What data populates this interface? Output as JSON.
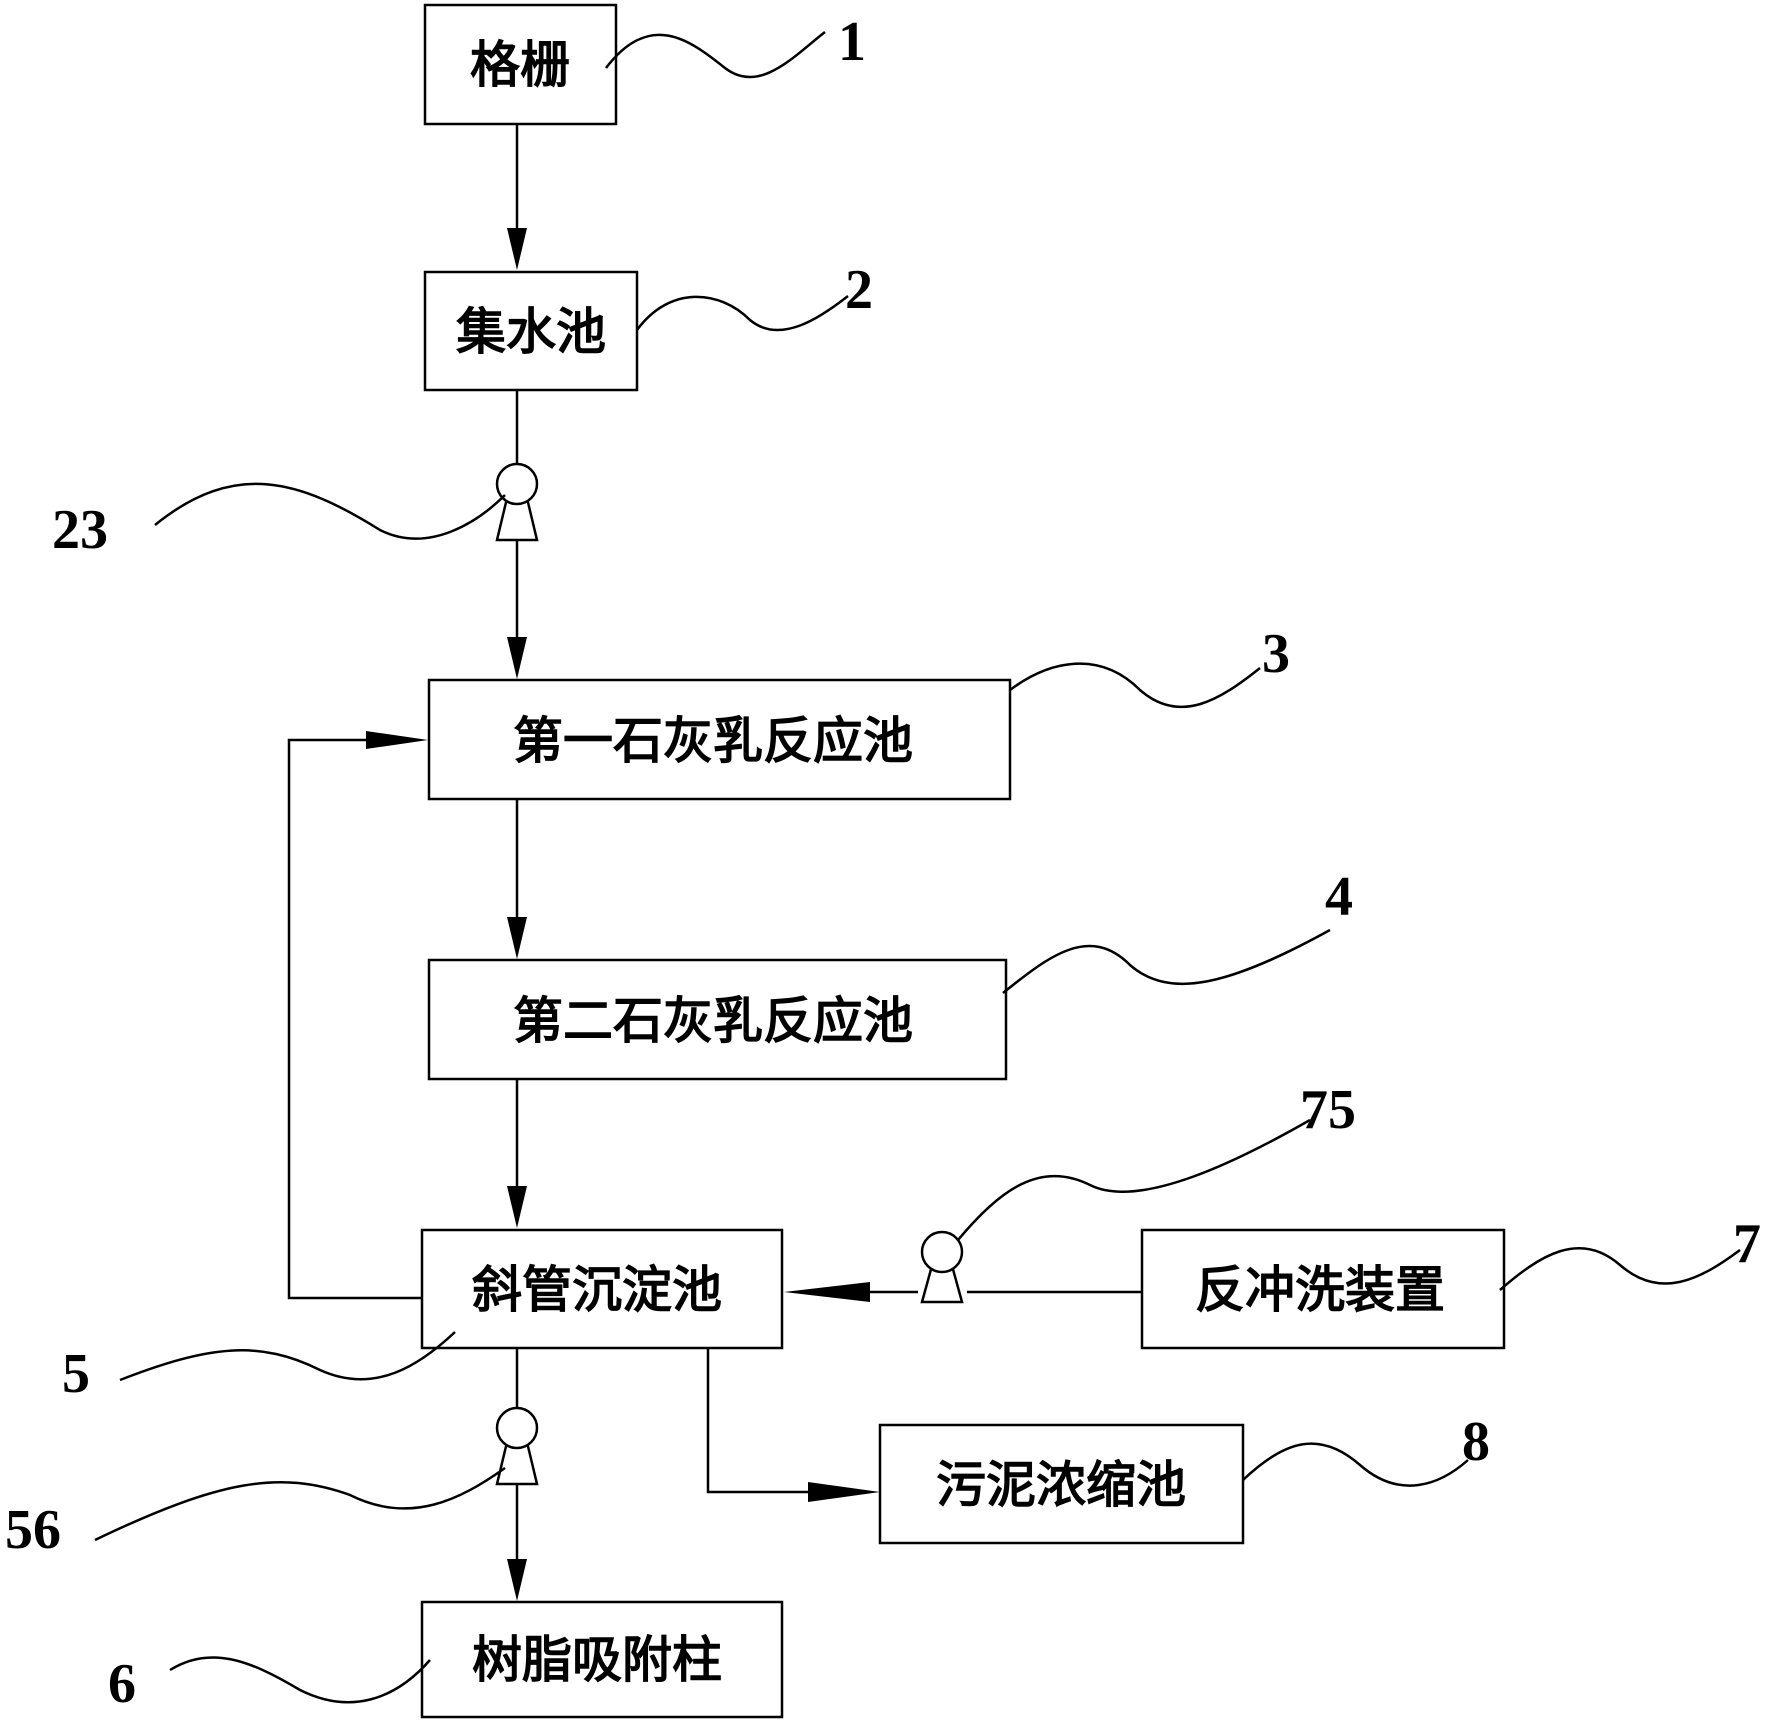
{
  "boxes": {
    "b1": "格栅",
    "b2": "集水池",
    "b3": "第一石灰乳反应池",
    "b4": "第二石灰乳反应池",
    "b5": "斜管沉淀池",
    "b6": "树脂吸附柱",
    "b7": "反冲洗装置",
    "b8": "污泥浓缩池"
  },
  "refs": {
    "r1": "1",
    "r2": "2",
    "r3": "3",
    "r4": "4",
    "r5": "5",
    "r6": "6",
    "r7": "7",
    "r8": "8",
    "r23": "23",
    "r56": "56",
    "r75": "75"
  }
}
